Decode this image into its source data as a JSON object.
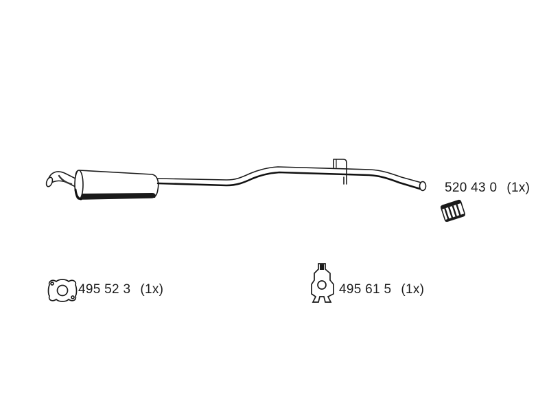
{
  "parts": {
    "clamp": {
      "code": "495 52 3",
      "qty": "(1x)",
      "icon": "flange-gasket-icon"
    },
    "mount": {
      "code": "495 61 5",
      "qty": "(1x)",
      "icon": "rubber-mount-icon"
    },
    "sleeve": {
      "code": "520 43 0",
      "qty": "(1x)",
      "icon": "clamp-sleeve-icon"
    }
  },
  "main_part": {
    "icon": "exhaust-pipe-icon"
  },
  "colors": {
    "stroke": "#1a1a1a",
    "background": "#ffffff"
  }
}
